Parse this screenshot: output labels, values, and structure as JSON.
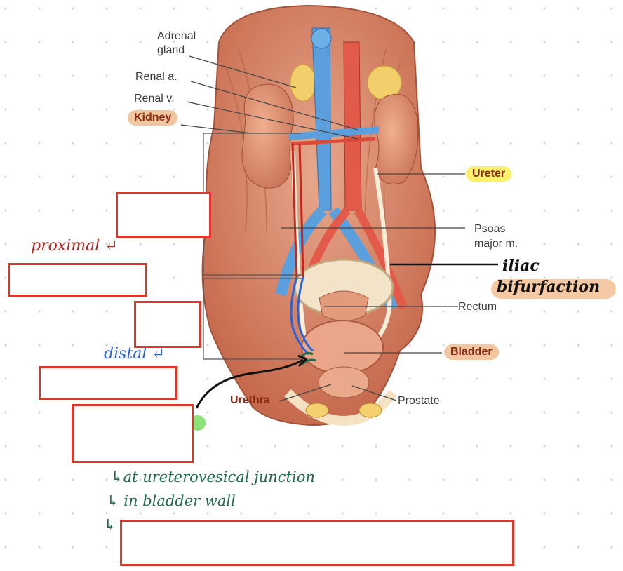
{
  "labels": {
    "adrenal_gland": "Adrenal gland",
    "adrenal_line1": "Adrenal",
    "adrenal_line2": "gland",
    "renal_a": "Renal a.",
    "renal_v": "Renal v.",
    "kidney": "Kidney",
    "ureter": "Ureter",
    "psoas_line1": "Psoas",
    "psoas_line2": "major m.",
    "rectum": "Rectum",
    "bladder": "Bladder",
    "urethra": "Urethra",
    "prostate": "Prostate"
  },
  "annotations": {
    "proximal": "proximal ↵",
    "distal": "distal ↵",
    "iliac_line1": "iliac",
    "iliac_line2": "bifurfaction",
    "note1": "↳at ureterovesical junction",
    "note2": "↳ in bladder wall",
    "note3": "↳"
  },
  "colors": {
    "mask_border": "#e0362a",
    "proximal_ink": "#b0281e",
    "distal_ink": "#2a63d8",
    "note_ink": "#1f6b4a",
    "kidney_pill": "#f2c6a0",
    "ureter_pill": "#fdf06e",
    "iliac_pill": "#f5c9a3",
    "green_dot": "#8ee07a"
  }
}
